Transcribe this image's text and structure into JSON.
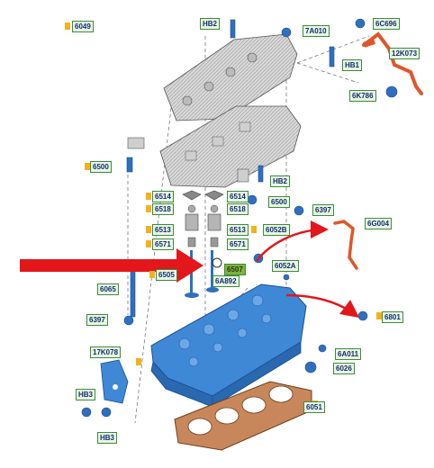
{
  "labels": {
    "l6049": "6049",
    "lHB2a": "HB2",
    "l7A010": "7A010",
    "l6C696": "6C696",
    "l12K073": "12K073",
    "lHB1": "HB1",
    "l6K786": "6K786",
    "l6500a": "6500",
    "lHB2b": "HB2",
    "l6514a": "6514",
    "l6514b": "6514",
    "l6500b": "6500",
    "l6518a": "6518",
    "l6518b": "6518",
    "l6397a": "6397",
    "l6513a": "6513",
    "l6513b": "6513",
    "l6052B": "6052B",
    "l6G004": "6G004",
    "l6571a": "6571",
    "l6571b": "6571",
    "l6507": "6507",
    "l6052A": "6052A",
    "l6505": "6505",
    "l6A892": "6A892",
    "l6065": "6065",
    "l6397b": "6397",
    "l6801": "6801",
    "l17K078": "17K078",
    "l6A011": "6A011",
    "l6026": "6026",
    "lHB3a": "HB3",
    "l6051": "6051",
    "lHB3b": "HB3"
  },
  "colors": {
    "head_blue": "#3f88d6",
    "head_dark": "#1c4f96",
    "harness_orange": "#e0562b",
    "gasket_copper": "#c8875a",
    "arrow_red": "#e3161b",
    "label_fill": "#eaf6e4",
    "label_border": "#3c8c3c",
    "highlight_green": "#7fb23f",
    "pin_yellow": "#f3b21c"
  }
}
